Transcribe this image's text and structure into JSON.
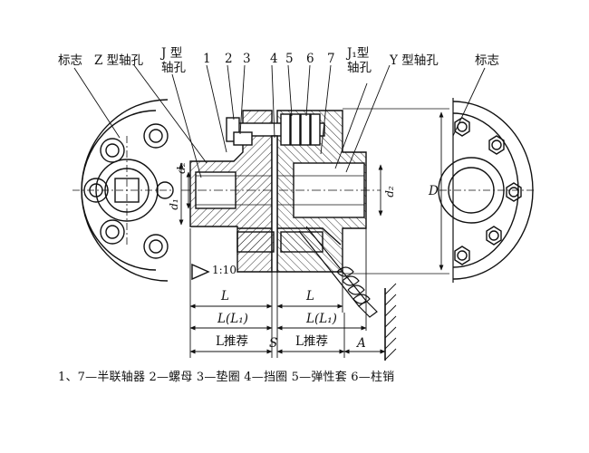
{
  "labels": {
    "mark_left": "标志",
    "z_bore": "Z 型轴孔",
    "j_type": "J 型",
    "j_bore": "轴孔",
    "n1": "1",
    "n2": "2",
    "n3": "3",
    "n4": "4",
    "n5": "5",
    "n6": "6",
    "n7": "7",
    "j1_type": "J₁型",
    "j1_bore": "轴孔",
    "y_bore": "Y 型轴孔",
    "mark_right": "标志"
  },
  "dimensions": {
    "d1": "d₁",
    "dz": "d₂",
    "d2": "d₂",
    "D": "D",
    "taper": "1:10",
    "L_left": "L",
    "L_right": "L",
    "LL1_left": "L(L₁)",
    "LL1_right": "L(L₁)",
    "Lrec_left": "L推荐",
    "Lrec_right": "L推荐",
    "S": "S",
    "A": "A"
  },
  "caption": "1、7—半联轴器   2—螺母   3—垫圈   4—挡圈   5—弹性套   6—柱销"
}
